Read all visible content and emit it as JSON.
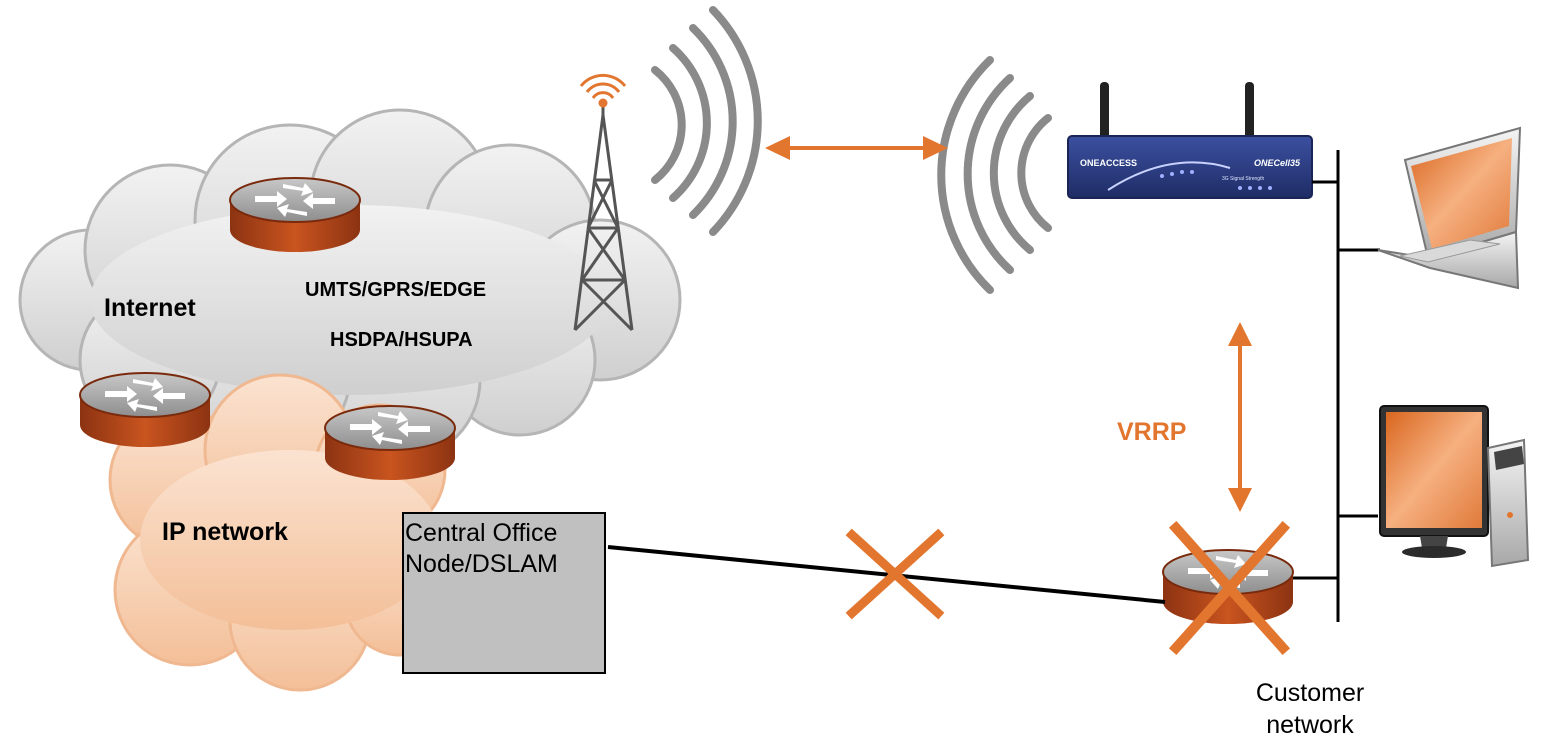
{
  "labels": {
    "internet": "Internet",
    "ip_network": "IP network",
    "mobile_tech_1": "UMTS/GPRS/EDGE",
    "mobile_tech_2": "HSDPA/HSUPA",
    "vrrp": "VRRP",
    "central_office_1": "Central Office",
    "central_office_2": "Node/DSLAM",
    "customer_network_1": "Customer",
    "customer_network_2": "network"
  },
  "device_branding": {
    "brand": "ONEACCESS",
    "model": "ONECell35",
    "panel_text": "3G Signal Strength"
  },
  "colors": {
    "accent_orange": "#e2762f",
    "router_red": "#b8471a",
    "router_top": "#9a9a9a",
    "cloud_gray": "#d6d6d6",
    "cloud_peach": "#f6c9a8",
    "device_blue": "#2e3f7f",
    "dslam_gray": "#c0c0c0"
  },
  "icons": [
    "cloud-gray",
    "cloud-peach",
    "router-icon",
    "cell-tower-icon",
    "radio-waves-icon",
    "3g-router-icon",
    "laptop-icon",
    "desktop-pc-icon",
    "failure-x-icon",
    "bidirectional-arrow"
  ]
}
